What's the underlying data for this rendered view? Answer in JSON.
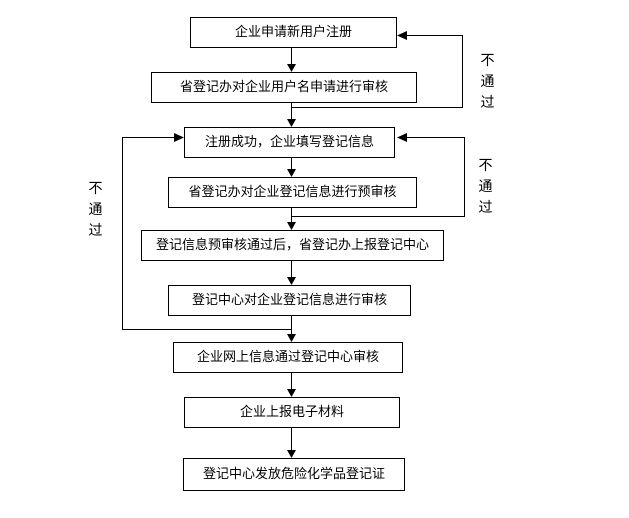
{
  "flowchart": {
    "boxes": [
      {
        "label": "企业申请新用户注册"
      },
      {
        "label": "省登记办对企业用户名申请进行审核"
      },
      {
        "label": "注册成功，企业填写登记信息"
      },
      {
        "label": "省登记办对企业登记信息进行预审核"
      },
      {
        "label": "登记信息预审核通过后，省登记办上报登记中心"
      },
      {
        "label": "登记中心对企业登记信息进行审核"
      },
      {
        "label": "企业网上信息通过登记中心审核"
      },
      {
        "label": "企业上报电子材料"
      },
      {
        "label": "登记中心发放危险化学品登记证"
      }
    ],
    "feedback_labels": {
      "right_top": "不通过",
      "right_mid": "不通过",
      "left": "不通过"
    },
    "edges": [
      {
        "from": 0,
        "to": 1,
        "type": "forward"
      },
      {
        "from": 1,
        "to": 2,
        "type": "forward"
      },
      {
        "from": 2,
        "to": 3,
        "type": "forward"
      },
      {
        "from": 3,
        "to": 4,
        "type": "forward"
      },
      {
        "from": 4,
        "to": 5,
        "type": "forward"
      },
      {
        "from": 5,
        "to": 6,
        "type": "forward"
      },
      {
        "from": 6,
        "to": 7,
        "type": "forward"
      },
      {
        "from": 7,
        "to": 8,
        "type": "forward"
      },
      {
        "from": 1,
        "to": 0,
        "type": "feedback",
        "label": "不通过"
      },
      {
        "from": 3,
        "to": 2,
        "type": "feedback",
        "label": "不通过"
      },
      {
        "from": 5,
        "to": 2,
        "type": "feedback",
        "label": "不通过"
      }
    ],
    "colors": {
      "line": "#000000",
      "box_border": "#000000",
      "box_fill": "#ffffff",
      "background": "#ffffff",
      "text": "#000000"
    }
  }
}
